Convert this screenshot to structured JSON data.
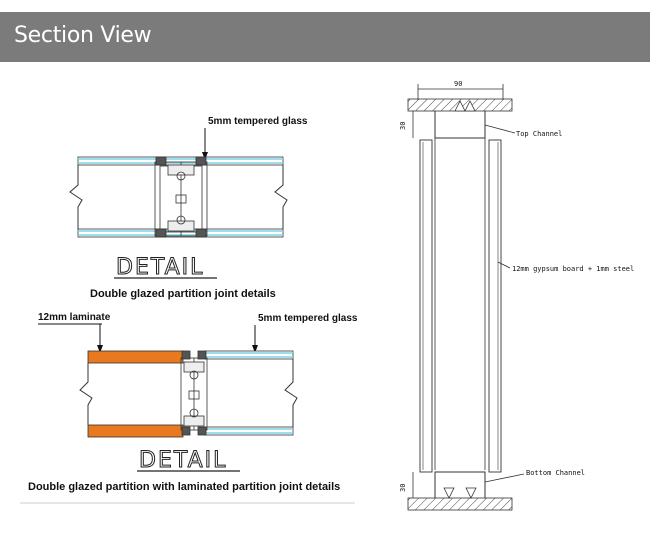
{
  "header": {
    "title": "Section View"
  },
  "detail1": {
    "glass_label": "5mm tempered glass",
    "detail_text": "DETAIL",
    "caption": "Double glazed partition joint details"
  },
  "detail2": {
    "laminate_label": "12mm laminate",
    "glass_label": "5mm tempered glass",
    "detail_text": "DETAIL",
    "caption": "Double glazed partition with laminated partition joint details"
  },
  "section": {
    "width_dim": "90",
    "top_height_dim": "30",
    "bottom_height_dim": "30",
    "top_channel_label": "Top Channel",
    "board_label": "12mm gypsum board + 1mm steel",
    "bottom_channel_label": "Bottom Channel"
  },
  "colors": {
    "header_bg": "#7b7b7b",
    "glass": "#7fd3e6",
    "laminate": "#e8791e",
    "line": "#333333"
  }
}
